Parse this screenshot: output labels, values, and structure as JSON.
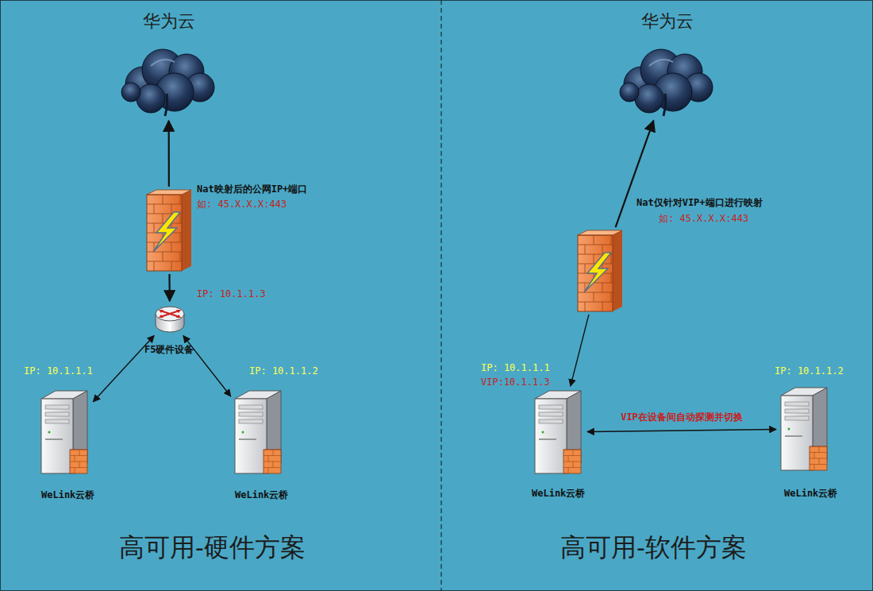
{
  "diagram": {
    "nodes": [
      {
        "text": [
          "高可用-硬件方案"
        ]
      },
      {
        "text": [
          "华为云"
        ],
        "in": 0
      },
      {
        "text": [
          "Nat映射后的公网IP+端口",
          "如: 45.X.X.X:443"
        ],
        "in": 0
      },
      {
        "text": [
          "IP: 10.1.1.3",
          "F5硬件设备"
        ],
        "in": 0
      },
      {
        "text": [
          "IP: 10.1.1.1",
          "WeLink云桥"
        ],
        "in": 0
      },
      {
        "text": [
          "IP: 10.1.1.2",
          "WeLink云桥"
        ],
        "in": 0
      },
      {
        "text": [
          "高可用-软件方案"
        ]
      },
      {
        "text": [
          "华为云"
        ],
        "in": 6
      },
      {
        "text": [
          "Nat仅针对VIP+端口进行映射",
          "如: 45.X.X.X:443"
        ],
        "in": 6
      },
      {
        "text": [
          "IP: 10.1.1.1",
          "VIP:10.1.1.3",
          "WeLink云桥"
        ],
        "in": 6
      },
      {
        "text": [
          "IP: 10.1.1.2",
          "WeLink云桥"
        ],
        "in": 6
      }
    ],
    "edges": [
      {
        "from": 2,
        "to": 1,
        "arrow": "to"
      },
      {
        "from": 2,
        "to": 3,
        "arrow": "to"
      },
      {
        "from": 3,
        "to": 4,
        "arrow": "both"
      },
      {
        "from": 3,
        "to": 5,
        "arrow": "both"
      },
      {
        "from": 8,
        "to": 7,
        "arrow": "to"
      },
      {
        "from": 8,
        "to": 9,
        "arrow": "to"
      },
      {
        "from": 9,
        "to": 10,
        "label": "VIP在设备间自动探测并切换",
        "arrow": "both"
      }
    ]
  }
}
